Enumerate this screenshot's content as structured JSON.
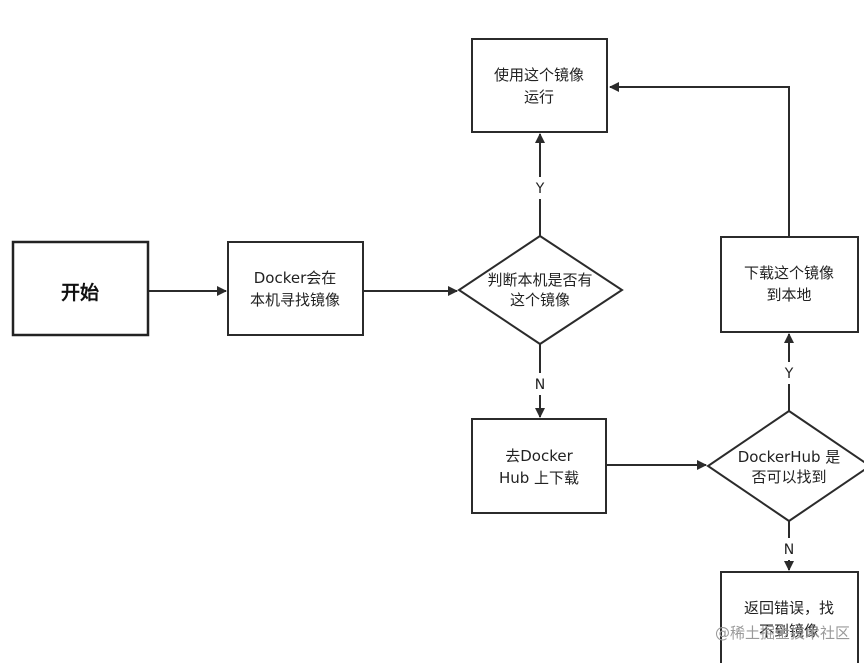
{
  "nodes": {
    "start": {
      "label": "开始"
    },
    "search_local": {
      "lines": [
        "Docker会在",
        "本机寻找镜像"
      ]
    },
    "has_local": {
      "lines": [
        "判断本机是否有",
        "这个镜像"
      ]
    },
    "run_image": {
      "lines": [
        "使用这个镜像",
        "运行"
      ]
    },
    "pull_hub": {
      "lines": [
        "去Docker",
        "Hub 上下载"
      ]
    },
    "hub_found": {
      "lines": [
        "DockerHub 是",
        "否可以找到"
      ]
    },
    "download_local": {
      "lines": [
        "下载这个镜像",
        "到本地"
      ]
    },
    "return_error": {
      "lines": [
        "返回错误，找",
        "不到镜像"
      ]
    }
  },
  "edges": {
    "has_local_yes": "Y",
    "has_local_no": "N",
    "hub_found_yes": "Y",
    "hub_found_no": "N"
  },
  "watermark": "@稀土掘金技术社区",
  "colors": {
    "stroke": "#2b2b2b",
    "background": "#ffffff",
    "text": "#222222",
    "watermark": "#9a9a9a"
  }
}
